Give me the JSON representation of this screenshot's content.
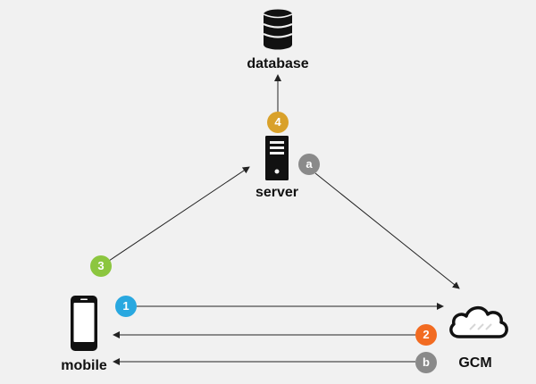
{
  "nodes": {
    "database": "database",
    "server": "server",
    "mobile": "mobile",
    "gcm": "GCM"
  },
  "steps": [
    {
      "id": "step-1",
      "label": "1",
      "color": "#29a8e0"
    },
    {
      "id": "step-2",
      "label": "2",
      "color": "#f26b21"
    },
    {
      "id": "step-3",
      "label": "3",
      "color": "#8cc63f"
    },
    {
      "id": "step-4",
      "label": "4",
      "color": "#d9a12a"
    },
    {
      "id": "step-a",
      "label": "a",
      "color": "#8a8a8a"
    },
    {
      "id": "step-b",
      "label": "b",
      "color": "#8a8a8a"
    }
  ],
  "icons": {
    "database": "database-icon",
    "server": "server-icon",
    "mobile": "mobile-phone-icon",
    "gcm": "cloud-icon"
  },
  "colors": {
    "background": "#f1f1f1",
    "line": "#222222",
    "icon": "#111111"
  }
}
